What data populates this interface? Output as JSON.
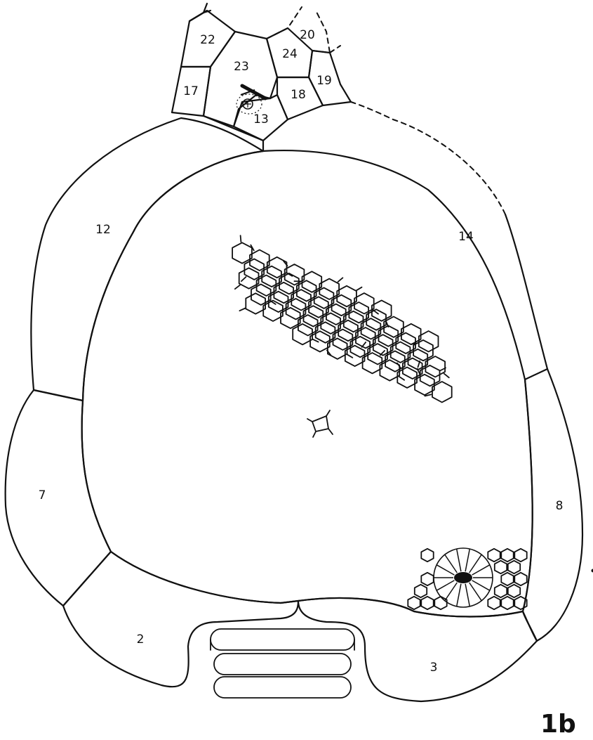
{
  "figure_label": "1b",
  "plate_labels": {
    "p2": "2",
    "p3": "3",
    "p7": "7",
    "p8": "8",
    "p12": "12",
    "p13": "13",
    "p14": "14",
    "p17": "17",
    "p18": "18",
    "p19": "19",
    "p20": "20",
    "p22": "22",
    "p23": "23",
    "p24": "24"
  },
  "colors": {
    "ink": "#111111",
    "background": "#ffffff"
  }
}
